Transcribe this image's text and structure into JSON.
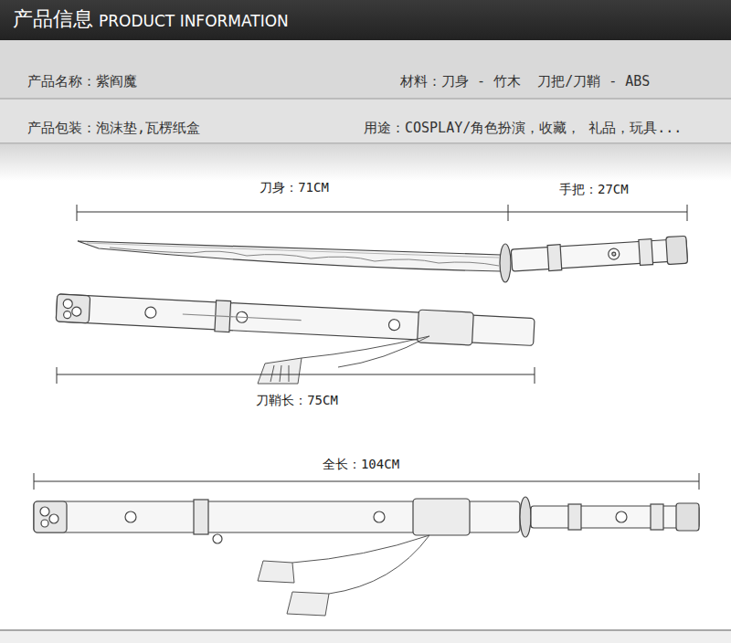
{
  "diagram": {
    "title": "产品信息",
    "labels": [
      "PRODUCT INFORMATION",
      "产品名称：紫阎魔",
      "材料：刀身 - 竹木  刀把/刀鞘 - ABS",
      "产品包装：泡沫垫,瓦楞纸盒",
      "用途：COSPLAY/角色扮演，收藏， 礼品，玩具...",
      "刀身：71CM",
      "手把：27CM",
      "刀鞘长：75CM",
      "全长：104CM"
    ]
  }
}
